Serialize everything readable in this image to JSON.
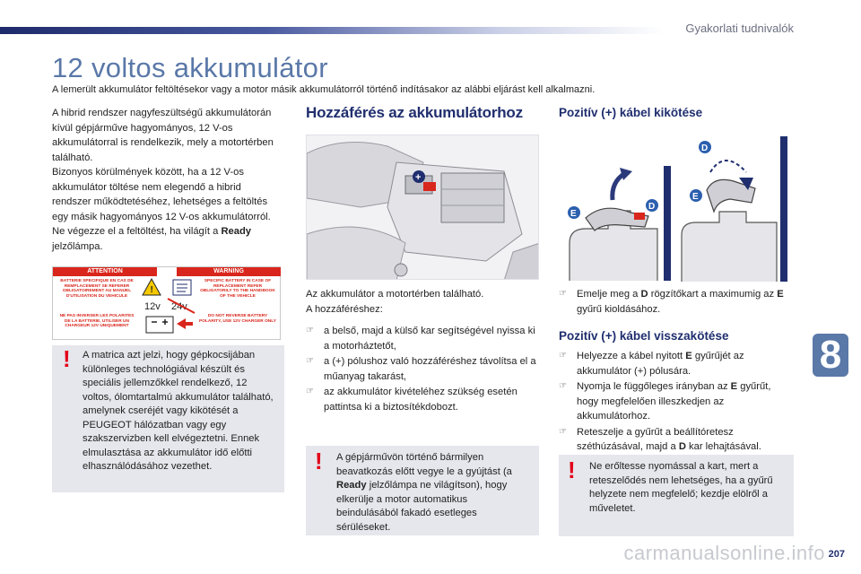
{
  "header": {
    "section_label": "Gyakorlati tudnivalók"
  },
  "page": {
    "title": "12 voltos akkumulátor",
    "subtitle": "A lemerült akkumulátor feltöltésekor vagy a motor másik akkumulátorról történő indításakor az alábbi eljárást kell alkalmazni.",
    "number": "207",
    "chapter": "8"
  },
  "intro": {
    "p1": "A hibrid rendszer nagyfeszültségű akkumulátorán kívül gépjárműve hagyományos, 12 V-os akkumulátorral is rendelkezik, mely a motortérben található.",
    "p2": "Bizonyos körülmények között, ha a 12 V-os akkumulátor töltése nem elegendő a hibrid rendszer működtetéséhez, lehetséges a feltöltés egy másik hagyományos 12 V-os akkumulátorról.",
    "p3_before": "Ne végezze el a feltöltést, ha világít a ",
    "p3_ready": "Ready",
    "p3_after": "jelzőlámpa."
  },
  "sticker": {
    "attention": "ATTENTION",
    "warning": "WARNING",
    "left_top": "BATTERIE SPECIFIQUE EN CAS DE REMPLACEMENT SE REFERER OBLIGATOIREMENT AU MANUEL D'UTILISATION DU VEHICULE",
    "left_bottom": "NE PAS INVERSER LES POLARITES DE LA BATTERIE, UTILISER UN CHARGEUR 12V UNIQUEMENT",
    "right_top": "SPECIFIC BATTERY IN CASE OF REPLACEMENT REFER OBLIGATORILY TO THE HANDBOOK OF THE VEHICLE",
    "right_bottom": "DO NOT REVERSE BATTERY POLARITY, USE 12V CHARGER ONLY",
    "v12": "12v",
    "v24": "24v"
  },
  "note_left": "A matrica azt jelzi, hogy gépkocsijában különleges technológiával készült és speciális jellemzőkkel rendelkező, 12 voltos, ólomtartalmú akkumulátor található, amelynek cseréjét vagy kikötését a PEUGEOT hálózatban vagy egy szakszervizben kell elvégeztetni. Ennek elmulasztása az akkumulátor idő előtti elhasználódásához vezethet.",
  "access": {
    "heading": "Hozzáférés az akkumulátorhoz",
    "line1": "Az akkumulátor a motortérben található.",
    "line2": "A hozzáféréshez:",
    "steps": [
      "a belső, majd a külső kar segítségével nyissa ki a motorháztetőt,",
      "a (+) pólushoz való hozzáféréshez távolítsa el a műanyag takarást,",
      "az akkumulátor kivételéhez szükség esetén pattintsa ki a biztosítékdobozt."
    ],
    "note_before": "A gépjárművön történő bármilyen beavatkozás előtt vegye le a gyújtást (a ",
    "note_ready": "Ready",
    "note_after": " jelzőlámpa ne világítson), hogy elkerülje a motor automatikus beindulásából fakadó esetleges sérüléseket."
  },
  "pos_disconnect": {
    "heading": "Pozitív (+) kábel kikötése",
    "step_a": "Emelje meg a ",
    "step_b": "D",
    "step_c": " rögzítőkart a maximumig az ",
    "step_d": "E",
    "step_e": " gyűrű kioldásához."
  },
  "pos_reconnect": {
    "heading": "Pozitív (+) kábel visszakötése",
    "s1_a": "Helyezze a kábel nyitott ",
    "s1_b": "E",
    "s1_c": " gyűrűjét az akkumulátor (+) pólusára.",
    "s2_a": "Nyomja le függőleges irányban az ",
    "s2_b": "E",
    "s2_c": " gyűrűt, hogy megfelelően illeszkedjen az akkumulátorhoz.",
    "s3_a": "Reteszelje a gyűrűt a beállítóretesz széthúzásával, majd a ",
    "s3_b": "D",
    "s3_c": " kar lehajtásával.",
    "note": "Ne erőltesse nyomással a kart, mert a reteszelődés nem lehetséges, ha a gyűrű helyzete nem megfelelő; kezdje elölről a műveletet."
  },
  "diagram_labels": {
    "d": "D",
    "e": "E"
  },
  "watermark": "carmanualsonline.info",
  "colors": {
    "title_blue": "#5a78a8",
    "heading_navy": "#1f2e6e",
    "warning_red": "#e2001a",
    "note_grey": "#e6e7ec"
  }
}
